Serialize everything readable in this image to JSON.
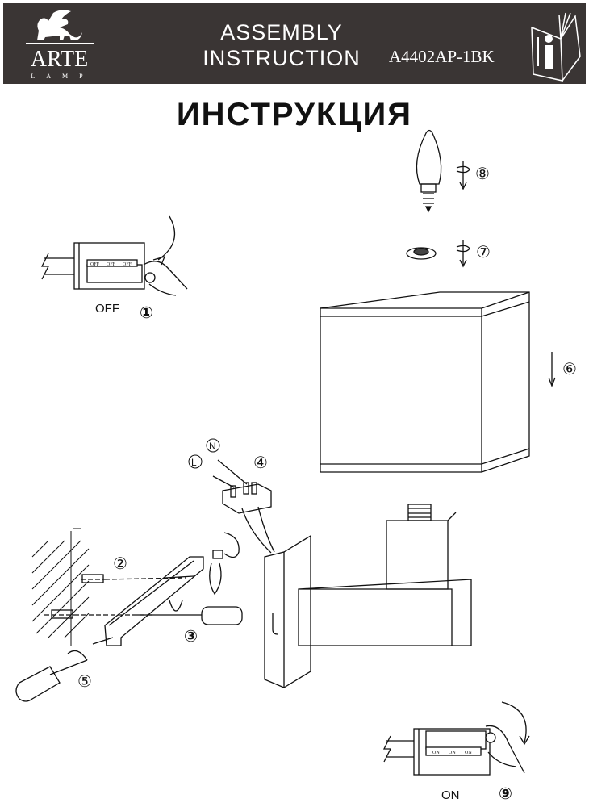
{
  "header": {
    "brand": "ARTE",
    "brand_sub": "LAMP",
    "title_line1": "ASSEMBLY",
    "title_line2": "INSTRUCTION",
    "model": "A4402AP-1BK"
  },
  "page_title": "ИНСТРУКЦИЯ",
  "steps": {
    "s1": "①",
    "s2": "②",
    "s3": "③",
    "s4": "④",
    "s5": "⑤",
    "s6": "⑥",
    "s7": "⑦",
    "s8": "⑧",
    "s9": "⑨"
  },
  "labels": {
    "off": "OFF",
    "on": "ON",
    "switch_off": "OFF",
    "switch_on": "ON",
    "live": "L",
    "neutral": "N"
  }
}
